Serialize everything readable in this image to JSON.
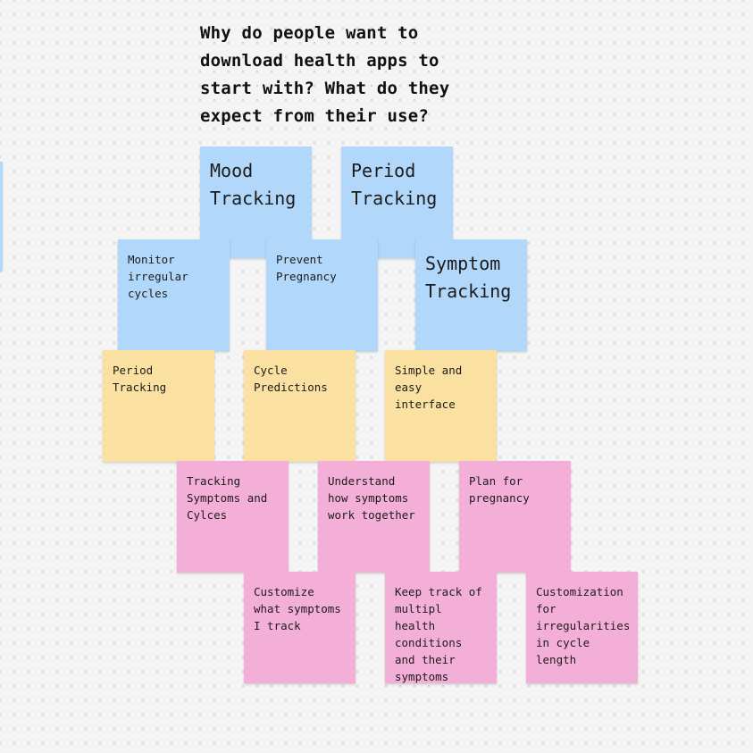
{
  "board": {
    "heading": "Why do people want to download health apps to start with? What do they expect from their use?",
    "colors": {
      "background": "#f4f4f4",
      "blue": "#b1d8fb",
      "yellow": "#fbe1a1",
      "pink": "#f4afd9"
    },
    "stickies": {
      "mood_tracking": "Mood Tracking",
      "period_tracking_blue": "Period Tracking",
      "monitor_irregular_cycles": "Monitor irregular cycles",
      "prevent_pregnancy": "Prevent Pregnancy",
      "symptom_tracking": "Symptom Tracking",
      "period_tracking_yellow": "Period Tracking",
      "cycle_predictions": "Cycle Predictions",
      "simple_easy_interface": "Simple and easy interface",
      "tracking_symptoms_cycles": "Tracking Symptoms and Cylces",
      "understand_symptoms": "Understand how symptoms work together",
      "plan_pregnancy": "Plan for pregnancy",
      "customize_symptoms": "Customize what symptoms I track",
      "keep_track_conditions": "Keep track of multipl health conditions and their symptoms",
      "customization_irregularities": "Customization for irregularities in cycle length"
    }
  }
}
